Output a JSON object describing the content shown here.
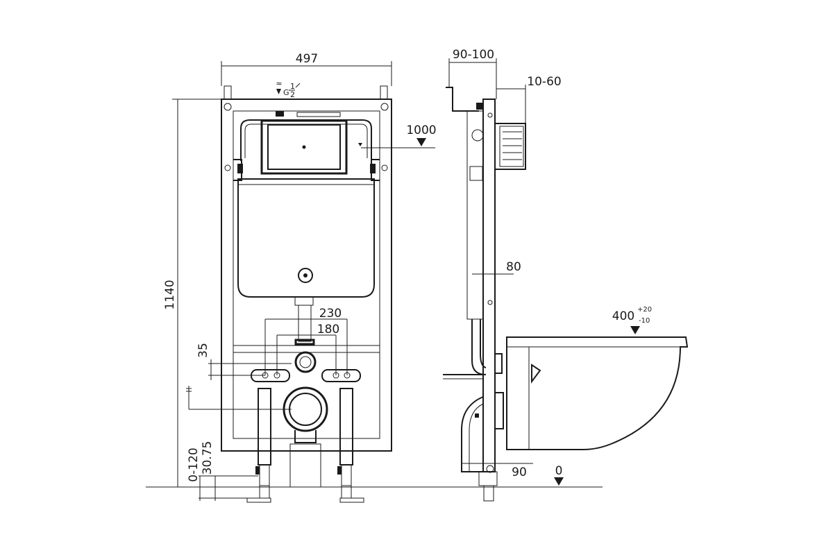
{
  "dimensions": {
    "frame_width": "497",
    "frame_height": "1140",
    "pipe_spacing_outer": "230",
    "pipe_spacing_inner": "180",
    "mount_offset": "35",
    "leg_adjust": "0-120",
    "foot_height": "30.75",
    "cistern_height": "1000",
    "side_depth": "90-100",
    "panel_depth": "10-60",
    "frame_depth": "80",
    "outlet_height": "90",
    "floor_level": "0",
    "bowl_height": "400",
    "bowl_tol_plus": "+20",
    "bowl_tol_minus": "-10",
    "water_inlet": "G",
    "water_inlet_num": "1",
    "water_inlet_den": "2"
  },
  "colors": {
    "line": "#1a1a1a",
    "background": "#ffffff"
  }
}
